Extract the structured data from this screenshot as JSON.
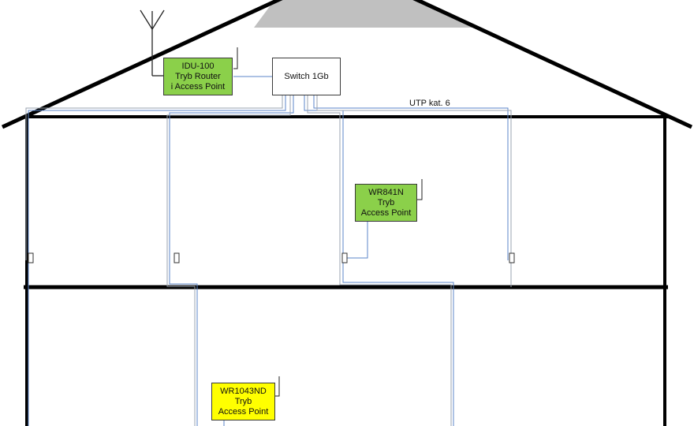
{
  "devices": {
    "idu": {
      "name": "IDU-100",
      "line2": "Tryb Router",
      "line3": "i Access Point",
      "color": "#8bd04a"
    },
    "switch": {
      "name": "Switch 1Gb",
      "color": "#ffffff"
    },
    "wr841": {
      "name": "WR841N",
      "line2": "Tryb",
      "line3": "Access Point",
      "color": "#8bd04a"
    },
    "wr1043": {
      "name": "WR1043ND",
      "line2": "Tryb",
      "line3": "Access Point",
      "color": "#ffff00"
    }
  },
  "cable_label": "UTP kat. 6",
  "colors": {
    "wall": "#000000",
    "cable": "#5b86c8",
    "attic": "#c0c0c0"
  },
  "icons": [
    "antenna-icon",
    "network-socket-icon"
  ]
}
